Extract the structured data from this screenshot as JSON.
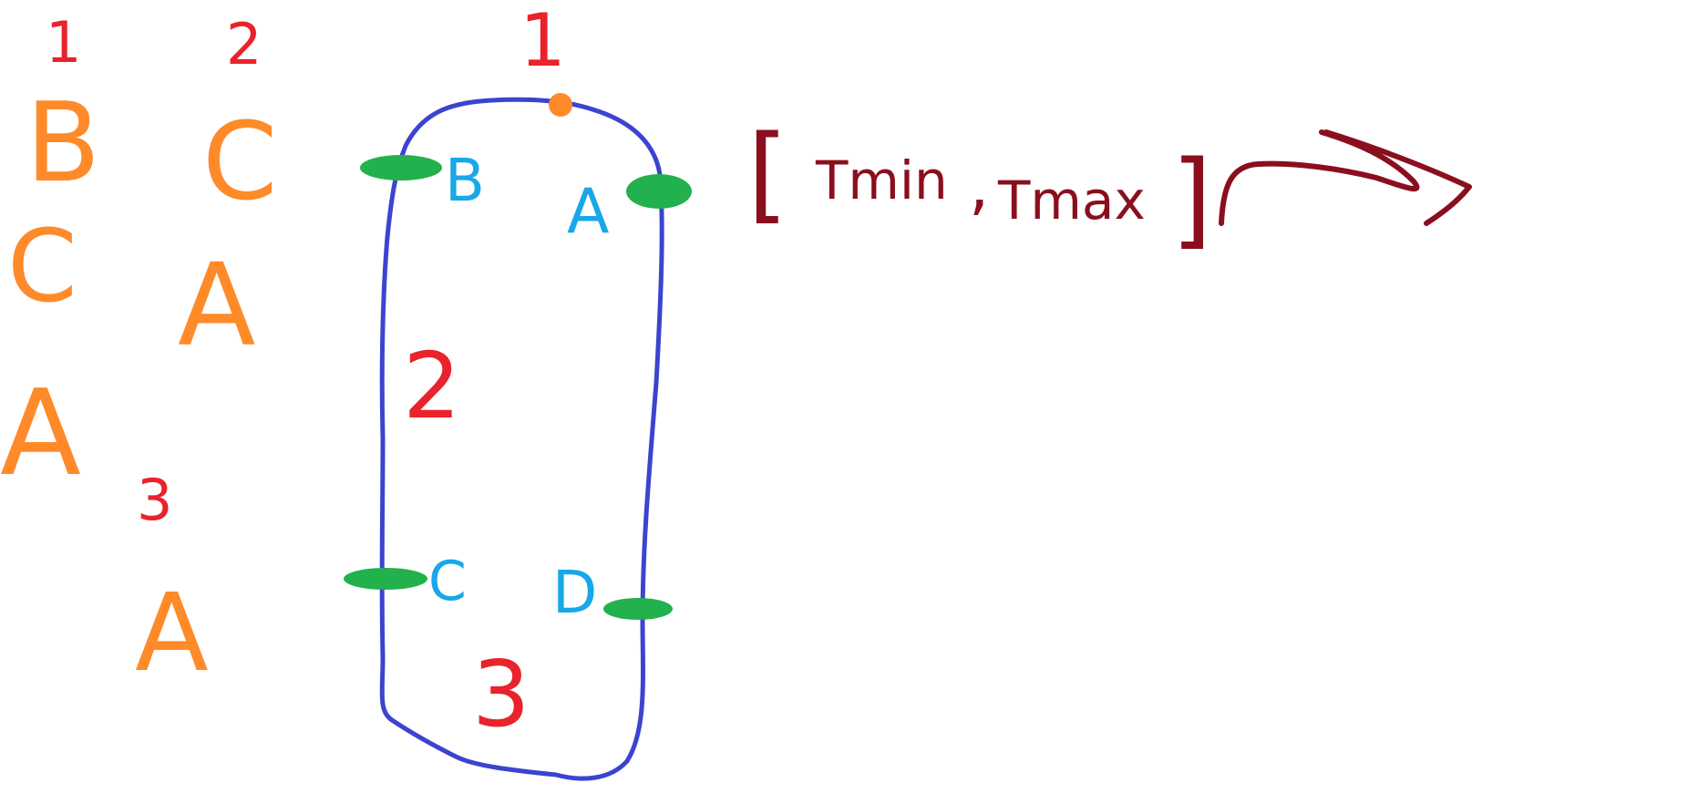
{
  "colors": {
    "loop": "#3b44d0",
    "red_label": "#e8232b",
    "orange_label": "#ff8a2a",
    "blue_label": "#18a7e8",
    "marker": "#22b14c",
    "orange_marker": "#ff8a2a",
    "interval": "#8a0f1e",
    "background": "#ffffff"
  },
  "columns": {
    "col1": {
      "header": "1",
      "items": [
        "B",
        "C",
        "A"
      ]
    },
    "col2": {
      "header": "2",
      "items": [
        "C",
        "A"
      ]
    },
    "col3": {
      "header": "3",
      "items": [
        "A"
      ]
    }
  },
  "loop": {
    "top_label": "1",
    "left_label": "2",
    "bottom_label": "3",
    "points": [
      {
        "id": "B"
      },
      {
        "id": "A"
      },
      {
        "id": "C"
      },
      {
        "id": "D"
      }
    ]
  },
  "interval": {
    "open": "[",
    "tmin": "Tmin",
    "comma": ",",
    "tmax": "Tmax",
    "close": "]"
  },
  "icons": {
    "arrow": "curved-arrow-right-icon"
  }
}
